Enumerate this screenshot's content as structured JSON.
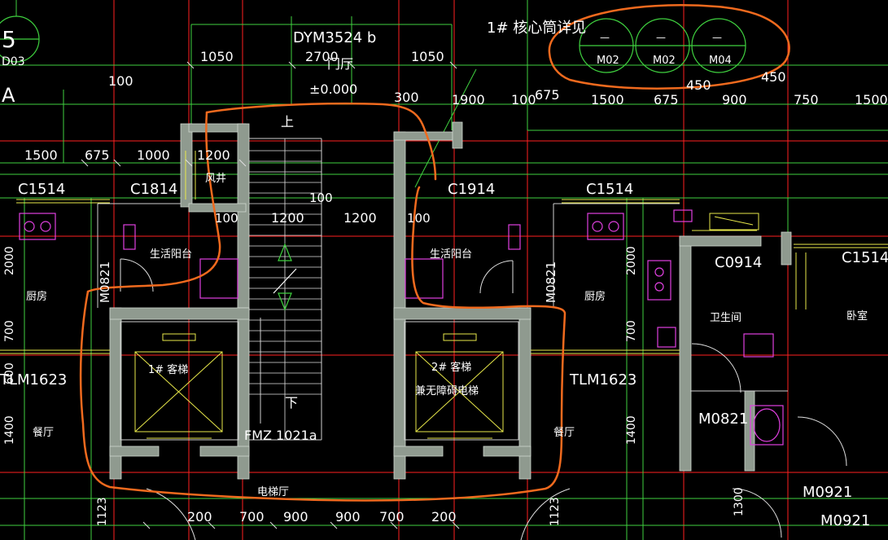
{
  "title_block": {
    "door_code_main": "DYM3524 b",
    "entrance_label": "门厅",
    "elevation_label": "±0.000",
    "core_note": "1# 核心筒详见",
    "bubbles": [
      {
        "top": "—",
        "bottom": "M02"
      },
      {
        "top": "—",
        "bottom": "M02"
      },
      {
        "top": "—",
        "bottom": "M04"
      }
    ],
    "corner_partial": "5",
    "corner_partial2": "D03",
    "corner_partial3": "A"
  },
  "dimensions": {
    "top": [
      "1050",
      "2700",
      "1050",
      "100",
      "300",
      "1900",
      "100",
      "675",
      "1500",
      "675",
      "900",
      "750",
      "1500",
      "450",
      "450"
    ],
    "row2": [
      "1500",
      "675",
      "1000",
      "1200",
      "100",
      "1200",
      "1200",
      "100"
    ],
    "bottom": [
      "200",
      "700",
      "900",
      "900",
      "700",
      "200"
    ],
    "vertical": [
      "2000",
      "700",
      "600",
      "1400",
      "2000",
      "700",
      "1400",
      "1300",
      "1123",
      "1123"
    ]
  },
  "window_codes": [
    "C1514",
    "C1814",
    "C1914",
    "C1514",
    "C0914",
    "C1514"
  ],
  "door_codes": [
    "M0821",
    "M0821",
    "M0821",
    "M0921",
    "M0921",
    "TLM1623",
    "TLM1623",
    "FMZ 1021a"
  ],
  "rooms": {
    "air_shaft": "风井",
    "balcony_left": "生活阳台",
    "balcony_right": "生活阳台",
    "kitchen_left": "厨房",
    "kitchen_right": "厨房",
    "dining_left": "餐厅",
    "dining_right": "餐厅",
    "bathroom": "卫生间",
    "bedroom": "卧室",
    "elevator_hall": "电梯厅",
    "elevator_1": "1# 客梯",
    "elevator_2": "2# 客梯",
    "elevator_2_sub": "兼无障碍电梯",
    "stair_up": "上",
    "stair_down": "下"
  },
  "colors": {
    "background": "#000000",
    "wall_fill": "#8f9a8f",
    "cad_white": "#ffffff",
    "cad_green": "#3fd13f",
    "cad_yellow": "#e8e84a",
    "cad_red": "#ff2020",
    "cad_magenta": "#e040e0",
    "markup_orange": "#f06a1e"
  }
}
